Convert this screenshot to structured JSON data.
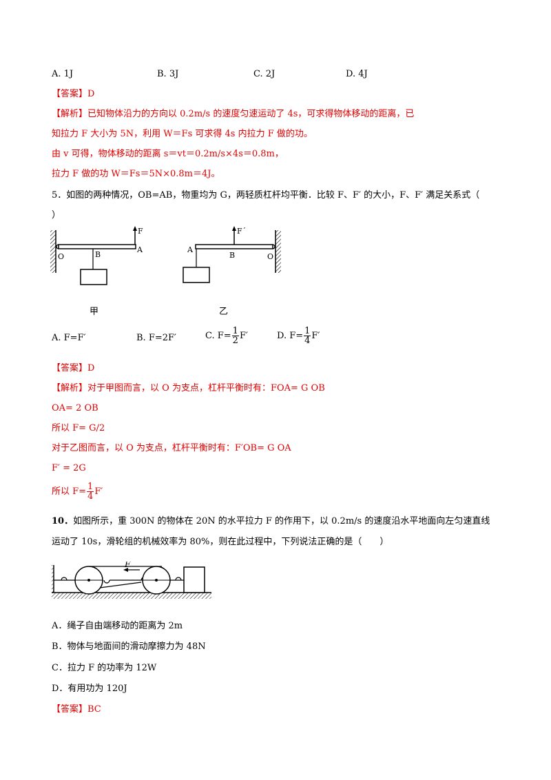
{
  "q4": {
    "options": [
      "A. 1J",
      "B. 3J",
      "C. 2J",
      "D. 4J"
    ],
    "answer_tag": "【答案】",
    "answer": "D",
    "analysis_tag": "【解析】",
    "analysis": [
      "已知物体沿力的方向以 0.2m/s 的速度匀速运动了 4s，可求得物体移动的距离，已",
      "知拉力 F 大小为 5N，利用 W＝Fs 可求得 4s 内拉力 F 做的功。",
      "由 v 可得，物体移动的距离 s＝vt＝0.2m/s×4s＝0.8m，",
      "拉力 F 做的功 W＝Fs＝5N×0.8m＝4J。"
    ]
  },
  "q5": {
    "stem_line1": "5．如图的两种情况，OB=AB，物重均为 G，两轻质杠杆均平衡．比较 F、F′ 的大小，F、F′ 满足关系式（",
    "stem_line2": "）",
    "figure": {
      "left_caption": "甲",
      "right_caption": "乙",
      "labels": {
        "O": "O",
        "A": "A",
        "B": "B",
        "F": "F",
        "F_prime": "F´"
      }
    },
    "options": [
      {
        "label": "A. F=F′"
      },
      {
        "label": "B. F=2F′"
      },
      {
        "prefix": "C. F=",
        "num": "1",
        "den": "2",
        "suffix": "F′"
      },
      {
        "prefix": "D. F=",
        "num": "1",
        "den": "4",
        "suffix": "F′"
      }
    ],
    "answer_tag": "【答案】",
    "answer": "D",
    "analysis_tag": "【解析】",
    "analysis_first": "对于甲图而言，以 O 为支点，杠杆平衡时有：FOA= G OB",
    "analysis": [
      "OA= 2 OB",
      "所以 F= G/2",
      "对于乙图而言，以 O 为支点，杠杆平衡时有：F′OB= G OA",
      "F′ = 2G"
    ],
    "final_prefix": "所以 F=",
    "final_num": "1",
    "final_den": "4",
    "final_suffix": "F′"
  },
  "q10": {
    "number": "10．",
    "stem_line1": "如图所示，重 300N 的物体在 20N 的水平拉力 F 的作用下，以 0.2m/s 的速度沿水平地面向左匀速直线",
    "stem_line2": "运动了 10s，滑轮组的机械效率为 80%，则在此过程中，下列说法正确的是（　　）",
    "figure_label_F": "F",
    "options": [
      "A．绳子自由端移动的距离为 2m",
      "B．物体与地面间的滑动摩擦力为 48N",
      "C．拉力 F 的功率为 12W",
      "D．有用功为 120J"
    ],
    "answer_tag": "【答案】",
    "answer": "BC"
  }
}
